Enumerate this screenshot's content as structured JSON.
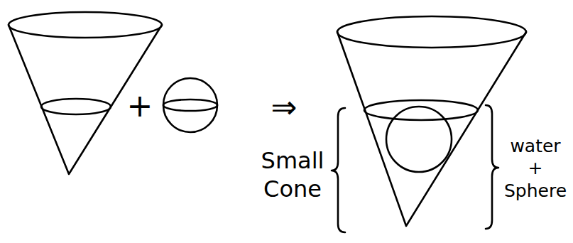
{
  "diagram": {
    "labels": [
      "+",
      "⇒",
      "Small Cone",
      "water + Sphere"
    ]
  }
}
